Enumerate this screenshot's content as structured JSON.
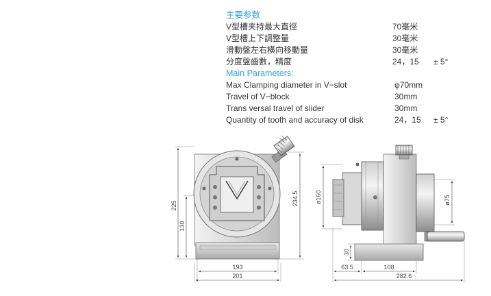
{
  "chinese": {
    "heading": "主要参数",
    "rows": [
      {
        "label": "V型槽夹持最大直徑",
        "value": "70毫米",
        "extra": ""
      },
      {
        "label": "V型槽上下調整量",
        "value": "30毫米",
        "extra": ""
      },
      {
        "label": "滑動盤左右橫向移動量",
        "value": "30毫米",
        "extra": ""
      },
      {
        "label": "分度盤齒數，精度",
        "value": "24，15",
        "extra": "± 5°"
      }
    ]
  },
  "english": {
    "heading": "Main Parameters:",
    "rows": [
      {
        "label": "Max Clamping diameter in V−slot",
        "value": "φ70mm",
        "extra": ""
      },
      {
        "label": "Travel of V−block",
        "value": "30mm",
        "extra": ""
      },
      {
        "label": "Trans versal travel of slider",
        "value": "30mm",
        "extra": ""
      },
      {
        "label": "Quantity of tooth and accuracy of disk",
        "value": "24，15",
        "extra": "± 5°"
      }
    ]
  },
  "drawing": {
    "front": {
      "d225": "225",
      "d130": "130",
      "d234_5": "234.5",
      "d193": "193",
      "d201": "201"
    },
    "side": {
      "d160": "ø160",
      "d75": "ø75",
      "d30": "30",
      "d63_5": "63.5",
      "d108": "108",
      "d282_6": "282.6"
    }
  },
  "colors": {
    "heading": "#3aa0d8",
    "text": "#333333",
    "metal_light": "#e4e4e4",
    "metal_dark": "#8a8a8a"
  }
}
